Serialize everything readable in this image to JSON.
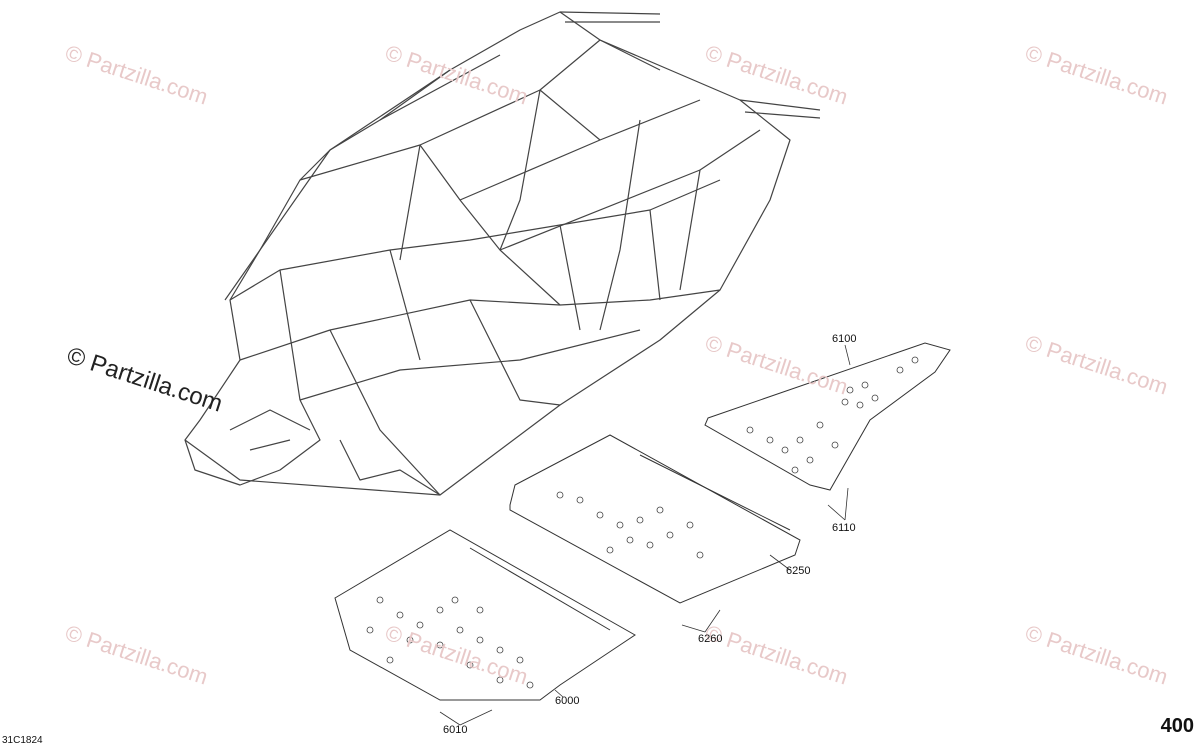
{
  "watermark": {
    "text": "© Partzilla.com",
    "main_text": "© Partzilla.com"
  },
  "callouts": {
    "c6100": "6100",
    "c6110": "6110",
    "c6250": "6250",
    "c6260": "6260",
    "c6000": "6000",
    "c6010": "6010"
  },
  "page_number": "400",
  "diagram_code": "31C1824"
}
